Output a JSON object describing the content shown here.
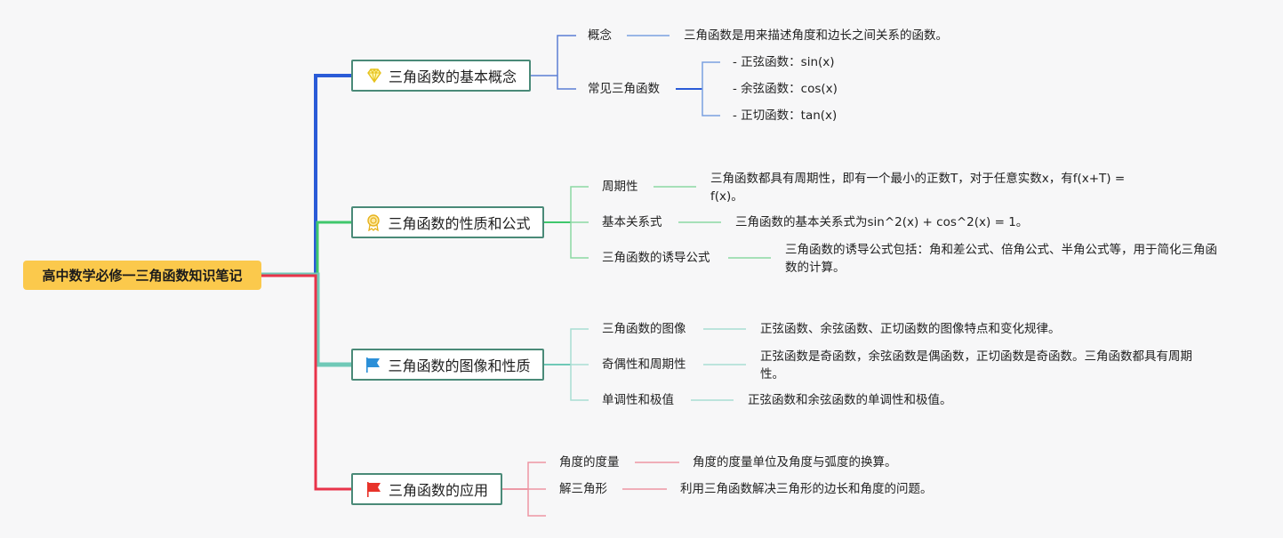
{
  "root": "高中数学必修一三角函数知识笔记",
  "branches": [
    {
      "title": "三角函数的基本概念",
      "icon": "diamond-icon",
      "color": "#2a5bd7",
      "items": [
        {
          "label": "概念",
          "desc": "三角函数是用来描述角度和边长之间关系的函数。"
        },
        {
          "label": "常见三角函数",
          "subs": [
            "- 正弦函数：sin(x)",
            "- 余弦函数：cos(x)",
            "- 正切函数：tan(x)"
          ]
        }
      ]
    },
    {
      "title": "三角函数的性质和公式",
      "icon": "award-ribbon-icon",
      "color": "#3fc76c",
      "items": [
        {
          "label": "周期性",
          "desc": "三角函数都具有周期性，即有一个最小的正数T，对于任意实数x，有f(x+T) = f(x)。"
        },
        {
          "label": "基本关系式",
          "desc": "三角函数的基本关系式为sin^2(x) + cos^2(x) = 1。"
        },
        {
          "label": "三角函数的诱导公式",
          "desc": "三角函数的诱导公式包括：角和差公式、倍角公式、半角公式等，用于简化三角函数的计算。"
        }
      ]
    },
    {
      "title": "三角函数的图像和性质",
      "icon": "blue-flag-icon",
      "color": "#6fc9b7",
      "items": [
        {
          "label": "三角函数的图像",
          "desc": "正弦函数、余弦函数、正切函数的图像特点和变化规律。"
        },
        {
          "label": "奇偶性和周期性",
          "desc": "正弦函数是奇函数，余弦函数是偶函数，正切函数是奇函数。三角函数都具有周期性。"
        },
        {
          "label": "单调性和极值",
          "desc": "正弦函数和余弦函数的单调性和极值。"
        }
      ]
    },
    {
      "title": "三角函数的应用",
      "icon": "red-flag-icon",
      "color": "#e8334a",
      "items": [
        {
          "label": "角度的度量",
          "desc": "角度的度量单位及角度与弧度的换算。"
        },
        {
          "label": "解三角形",
          "desc": "利用三角函数解决三角形的边长和角度的问题。"
        }
      ]
    }
  ]
}
